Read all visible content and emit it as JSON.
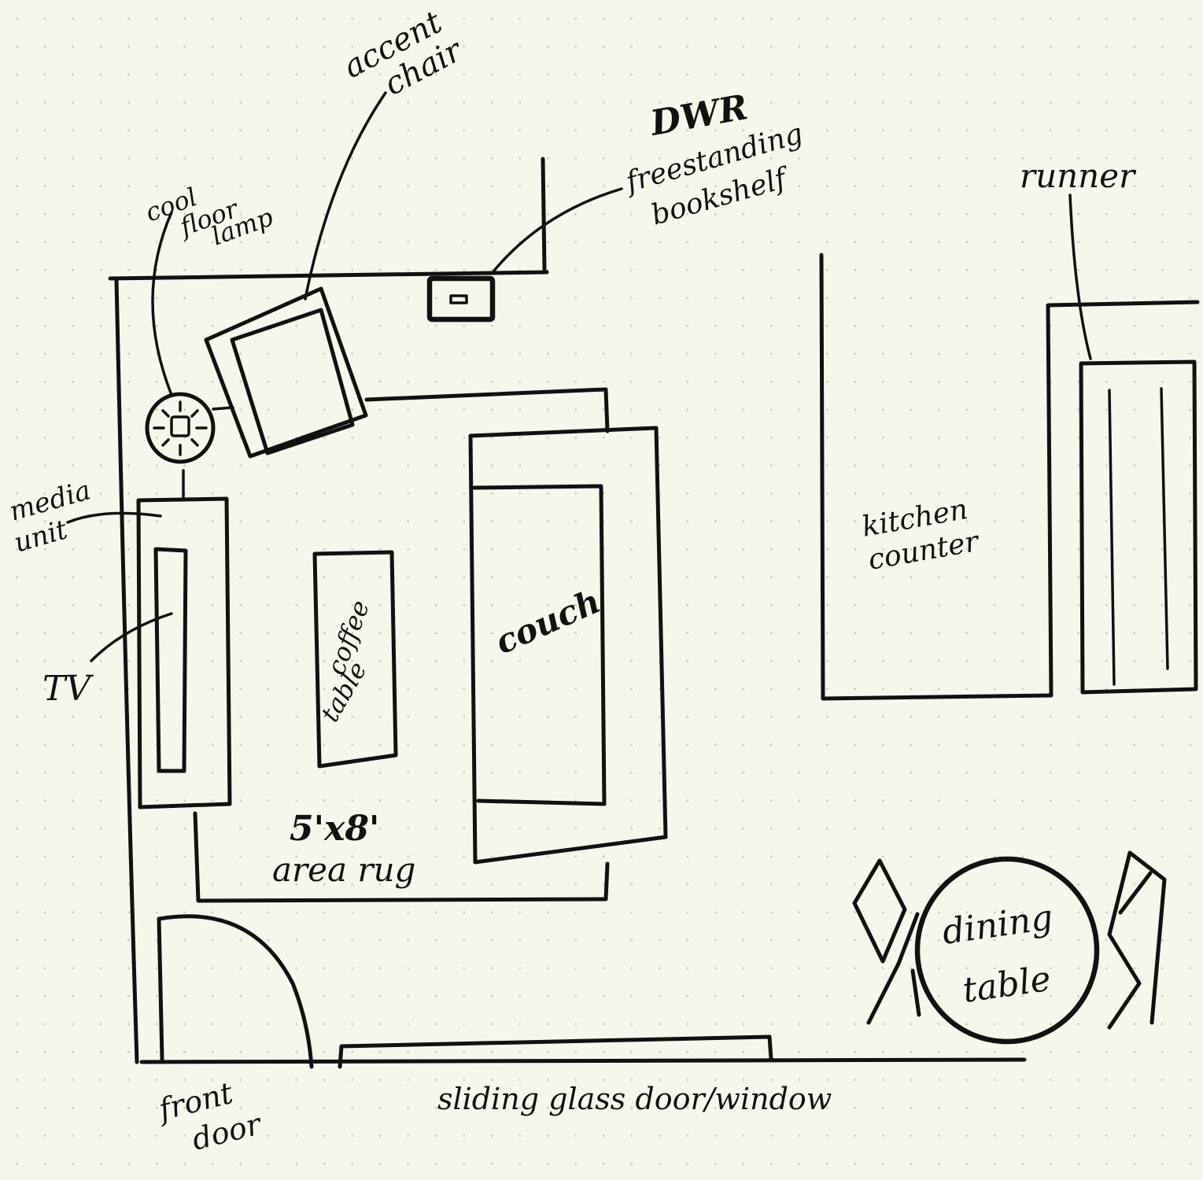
{
  "labels": {
    "accent_chair_1": "accent",
    "accent_chair_2": "chair",
    "bookshelf_1": "DWR",
    "bookshelf_2": "freestanding",
    "bookshelf_3": "bookshelf",
    "floor_lamp_1": "cool",
    "floor_lamp_2": "floor",
    "floor_lamp_3": "lamp",
    "runner": "runner",
    "media_unit_1": "media",
    "media_unit_2": "unit",
    "tv": "TV",
    "coffee_table_1": "coffee",
    "coffee_table_2": "table",
    "couch": "couch",
    "kitchen_counter_1": "kitchen",
    "kitchen_counter_2": "counter",
    "area_rug_1": "5'x8'",
    "area_rug_2": "area rug",
    "dining_table_1": "dining",
    "dining_table_2": "table",
    "front_door_1": "front",
    "front_door_2": "door",
    "sliding_door": "sliding glass door/window"
  }
}
